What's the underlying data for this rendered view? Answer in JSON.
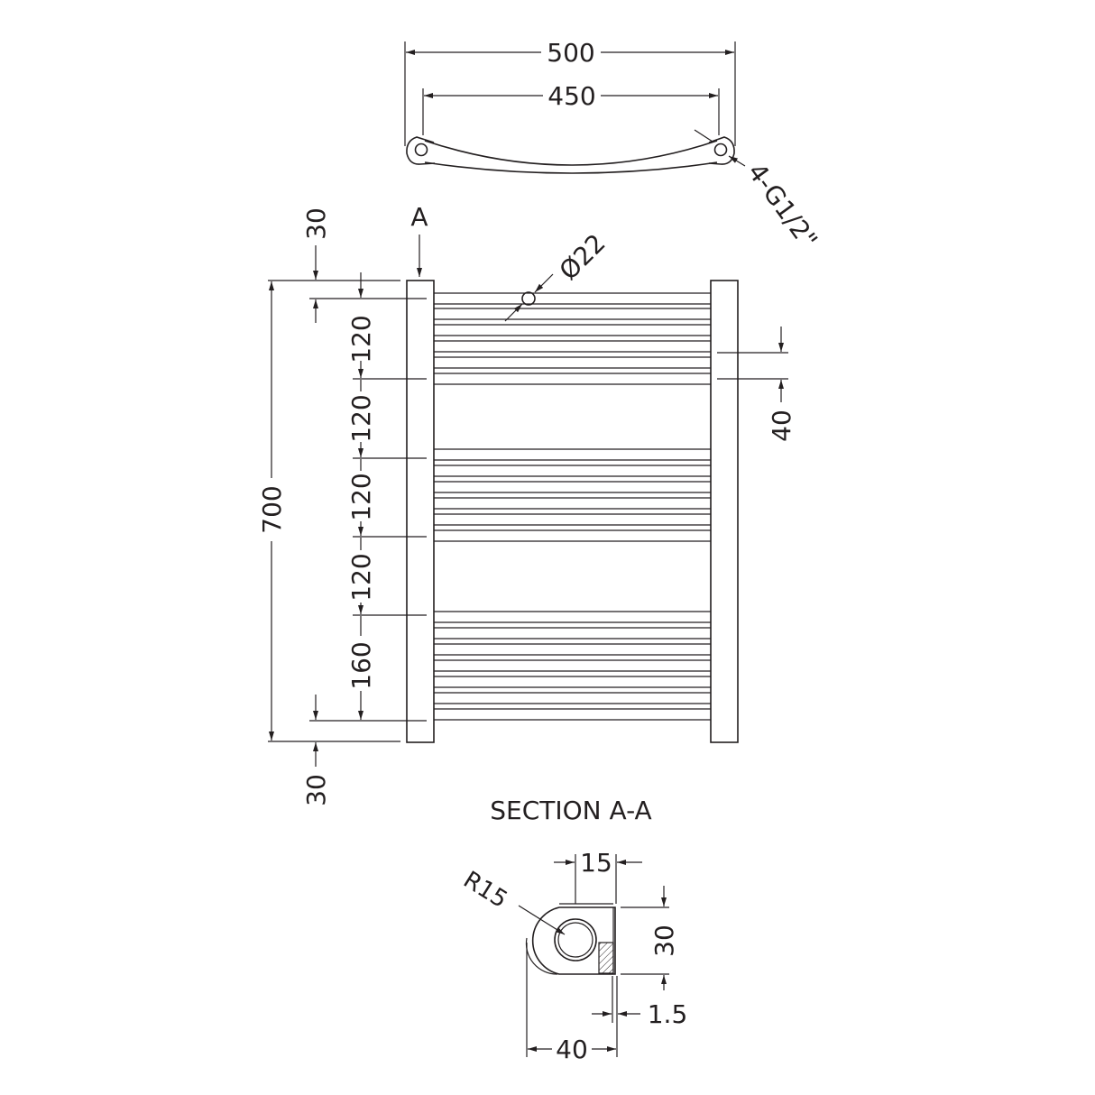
{
  "drawing": {
    "top_view": {
      "overall_width": "500",
      "centres": "450",
      "connections": "4-G1/2\""
    },
    "front_view": {
      "section_marker": "A",
      "tube_diameter": "Ø22",
      "top_offset": "30",
      "bottom_offset": "30",
      "overall_height": "700",
      "rail_pitches": [
        "120",
        "120",
        "120",
        "120",
        "160"
      ],
      "right_bar_spacing": "40"
    },
    "section": {
      "title": "SECTION A-A",
      "radius": "R15",
      "flat_width": "15",
      "height": "30",
      "wall": "1.5",
      "depth": "40"
    },
    "colors": {
      "line": "#231f20",
      "background": "#ffffff"
    }
  }
}
